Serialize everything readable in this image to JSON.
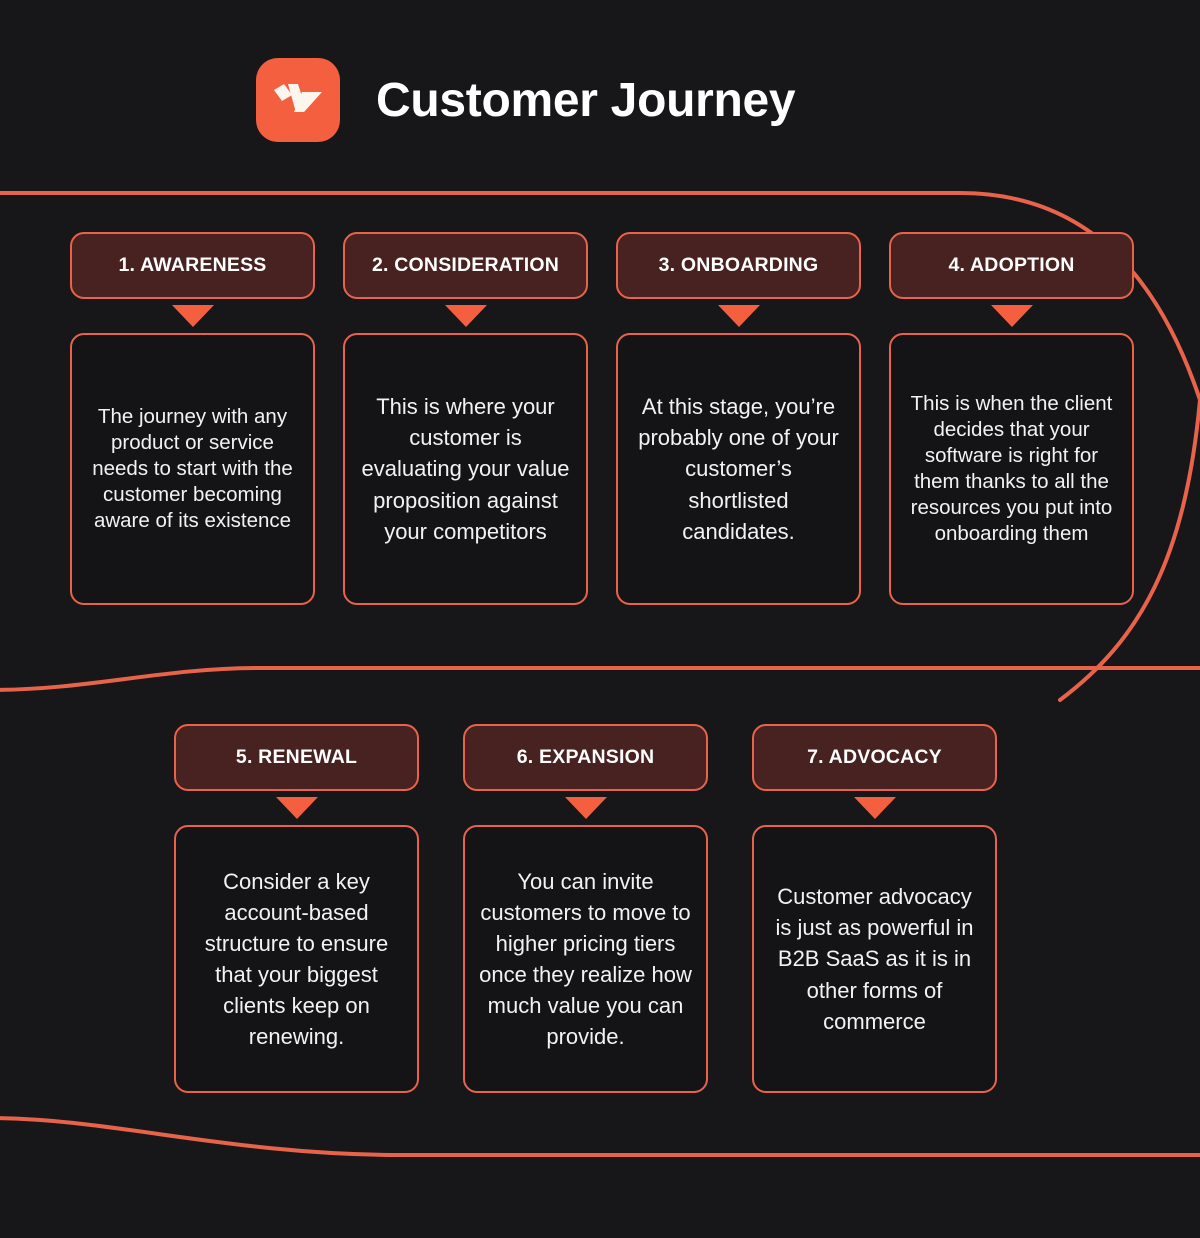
{
  "header": {
    "title": "Customer Journey",
    "logo_icon": "venngage-w-logo-icon"
  },
  "colors": {
    "background": "#17171a",
    "accent": "#f4603f",
    "border": "#e8634a",
    "header_fill": "#472220",
    "card_fill": "#141417",
    "text": "#ffffff"
  },
  "rows": [
    {
      "stages": [
        {
          "label": "1. AWARENESS",
          "body": "The journey with any product or service needs to start with the customer becoming aware of its existence",
          "size": "sm"
        },
        {
          "label": "2. CONSIDERATION",
          "body": "This is where your customer is evaluating your value proposition against your competitors",
          "size": "md"
        },
        {
          "label": "3. ONBOARDING",
          "body": "At this stage, you’re probably one of your customer’s shortlisted candidates.",
          "size": "md"
        },
        {
          "label": "4. ADOPTION",
          "body": "This is when the client decides that your software is right for them thanks to all the resources you put into onboarding them",
          "size": "sm"
        }
      ]
    },
    {
      "stages": [
        {
          "label": "5. RENEWAL",
          "body": "Consider a key account-based structure to ensure that your biggest clients keep on renewing.",
          "size": "md"
        },
        {
          "label": "6. EXPANSION",
          "body": "You can invite customers to move to higher pricing tiers once they realize how much value you can provide.",
          "size": "md"
        },
        {
          "label": "7. ADVOCACY",
          "body": "Customer advocacy is just as powerful in B2B SaaS as it is in other forms of commerce",
          "size": "md"
        }
      ]
    }
  ],
  "decoration": {
    "swoosh_top": "horizontal-rule-curving-down-right",
    "swoosh_middle": "horizontal-rule-curving-up-left",
    "swoosh_bottom": "horizontal-rule-curving-up-left"
  }
}
